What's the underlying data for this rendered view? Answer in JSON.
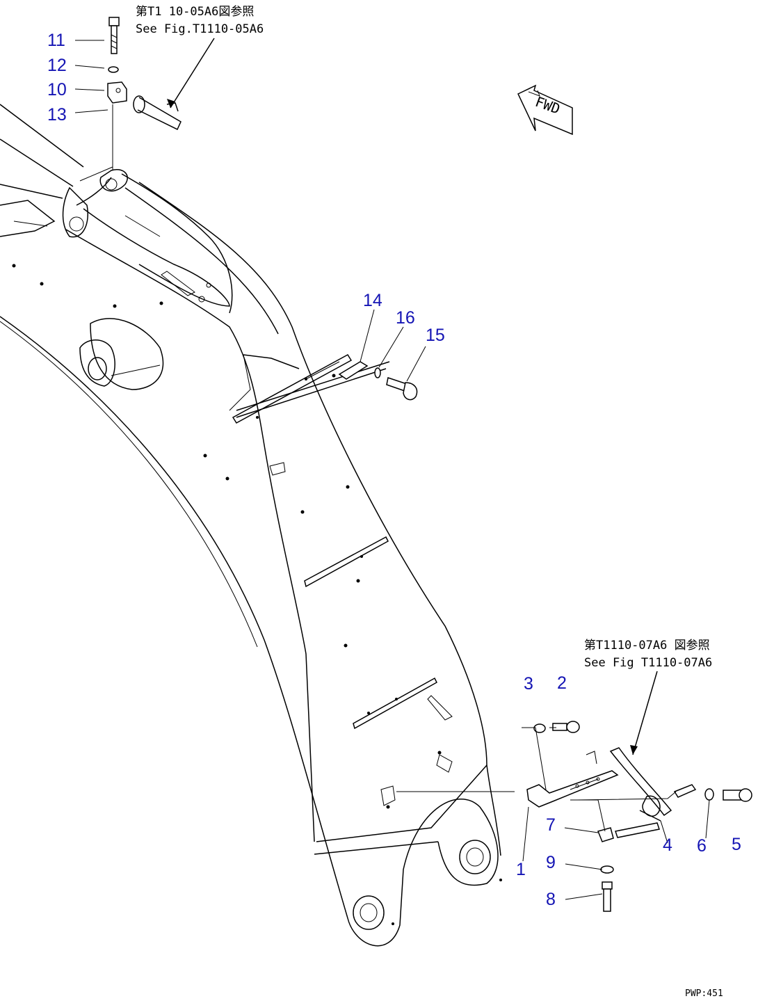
{
  "references": {
    "top": {
      "jp": "第T1 10-05A6図参照",
      "en": "See Fig.T1110-05A6"
    },
    "bottom": {
      "jp": "第T1110-07A6 図参照",
      "en": "See Fig T1110-07A6"
    }
  },
  "direction_label": "FWD",
  "drawing_code": "PWP:451",
  "callouts": {
    "c1": "1",
    "c2": "2",
    "c3": "3",
    "c4": "4",
    "c5": "5",
    "c6": "6",
    "c7": "7",
    "c8": "8",
    "c9": "9",
    "c10": "10",
    "c11": "11",
    "c12": "12",
    "c13": "13",
    "c14": "14",
    "c15": "15",
    "c16": "16"
  },
  "colors": {
    "callout": "#1414b4",
    "line": "#000000"
  }
}
